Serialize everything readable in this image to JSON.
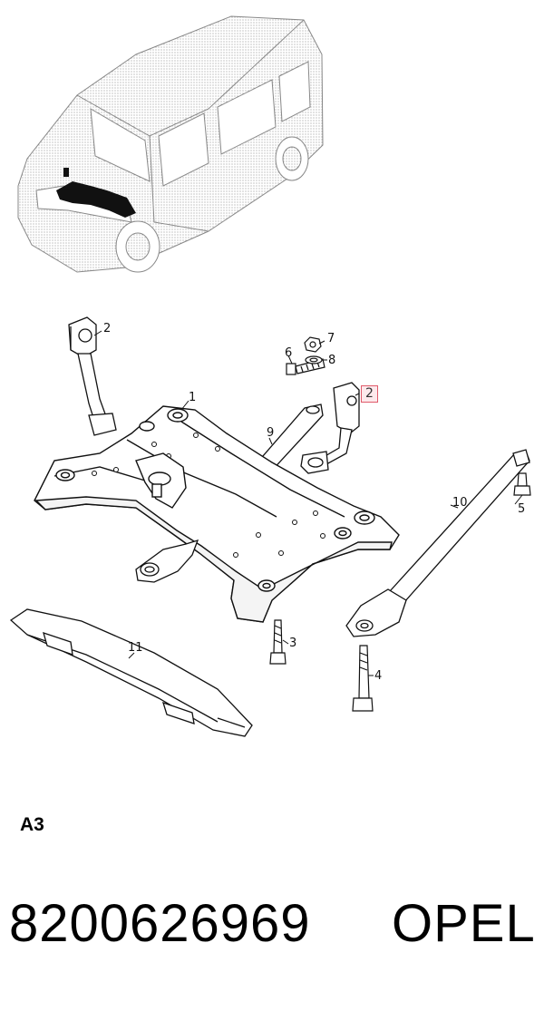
{
  "callouts": {
    "c1": "1",
    "c2_left": "2",
    "c2_right": "2",
    "c3": "3",
    "c4": "4",
    "c5": "5",
    "c6": "6",
    "c7": "7",
    "c8": "8",
    "c9": "9",
    "c10": "10",
    "c11": "11"
  },
  "highlighted_callout": "2",
  "highlight_color": "#e05a6a",
  "section_label": "A3",
  "part_number": "8200626969",
  "brand": "OPEL"
}
